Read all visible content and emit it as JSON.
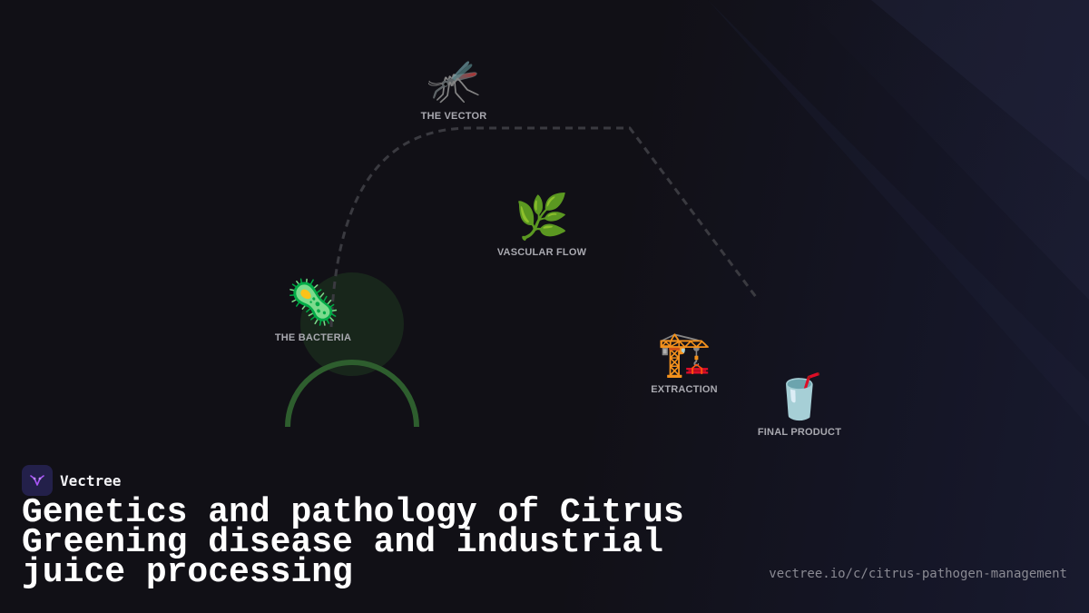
{
  "nodes": [
    {
      "id": "vector",
      "icon": "mosquito-icon",
      "glyph": "🦟",
      "label": "THE VECTOR"
    },
    {
      "id": "vascular",
      "icon": "herb-icon",
      "glyph": "🌿",
      "label": "VASCULAR FLOW"
    },
    {
      "id": "bacteria",
      "icon": "microbe-icon",
      "glyph": "🦠",
      "label": "THE BACTERIA"
    },
    {
      "id": "extraction",
      "icon": "crane-icon",
      "glyph": "🏗️",
      "label": "EXTRACTION"
    },
    {
      "id": "product",
      "icon": "cup-with-straw-icon",
      "glyph": "🥤",
      "label": "FINAL PRODUCT"
    }
  ],
  "brand": {
    "name": "Vectree",
    "accent": "#a855f7"
  },
  "title": "Genetics and pathology of Citrus Greening disease and industrial juice processing",
  "url": "vectree.io/c/citrus-pathogen-management",
  "colors": {
    "background": "#111016",
    "path": "#3a3a40",
    "arc": "#2e5e2e",
    "glow": "#1a2a1c"
  }
}
